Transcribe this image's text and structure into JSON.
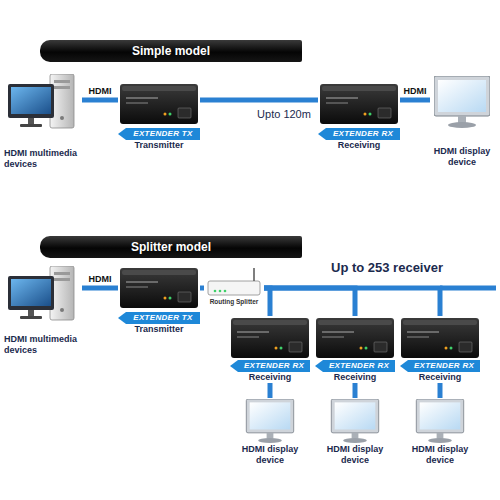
{
  "diagram": {
    "nodes": [
      {
        "text": [
          "Simple model"
        ]
      },
      {
        "text": [
          "HDMI multimedia devices"
        ]
      },
      {
        "text": [
          "EXTENDER TX",
          "Transmitter"
        ]
      },
      {
        "text": [
          "EXTENDER RX",
          "Receiving"
        ]
      },
      {
        "text": [
          "HDMI display device"
        ]
      },
      {
        "text": [
          "Splitter model"
        ]
      },
      {
        "text": [
          "HDMI multimedia devices"
        ]
      },
      {
        "text": [
          "EXTENDER TX",
          "Transmitter"
        ]
      },
      {
        "text": [
          "Routing Splitter"
        ]
      },
      {
        "text": [
          "EXTENDER RX",
          "Receiving"
        ]
      },
      {
        "text": [
          "EXTENDER RX",
          "Receiving"
        ]
      },
      {
        "text": [
          "EXTENDER RX",
          "Receiving"
        ]
      },
      {
        "text": [
          "HDMI display device"
        ]
      },
      {
        "text": [
          "HDMI display device"
        ]
      },
      {
        "text": [
          "HDMI display device"
        ]
      }
    ],
    "edges": [
      {
        "from": 1,
        "to": 2,
        "label": "HDMI",
        "arrow": "none"
      },
      {
        "from": 2,
        "to": 3,
        "label": "Upto 120m",
        "arrow": "none"
      },
      {
        "from": 3,
        "to": 4,
        "label": "HDMI",
        "arrow": "none"
      },
      {
        "from": 6,
        "to": 7,
        "label": "HDMI",
        "arrow": "none"
      },
      {
        "from": 7,
        "to": 8,
        "arrow": "none"
      },
      {
        "from": 8,
        "to": 9,
        "arrow": "none"
      },
      {
        "from": 8,
        "to": 10,
        "arrow": "none"
      },
      {
        "from": 8,
        "to": 11,
        "arrow": "none"
      },
      {
        "from": 9,
        "to": 12,
        "arrow": "none"
      },
      {
        "from": 10,
        "to": 13,
        "arrow": "none"
      },
      {
        "from": 11,
        "to": 14,
        "arrow": "none"
      }
    ],
    "labels": [
      "Up to 253 receiver"
    ]
  }
}
